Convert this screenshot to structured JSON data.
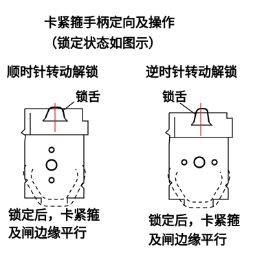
{
  "title": {
    "line1": "卡紧箍手柄定向及操作",
    "line2": "（锁定状态如图示）"
  },
  "left_panel": {
    "heading": "顺时针转动解锁",
    "tongue_label": "锁舌",
    "caption_line1": "锁定后，卡紧箍",
    "caption_line2": "及闸边缘平行"
  },
  "right_panel": {
    "heading": "逆时针转动解锁",
    "tongue_label": "锁舌",
    "caption_line1": "锁定后，卡紧箍",
    "caption_line2": "及闸边缘平行"
  },
  "colors": {
    "line": "#000000",
    "centerline": "#e0201f",
    "background": "#ffffff"
  }
}
